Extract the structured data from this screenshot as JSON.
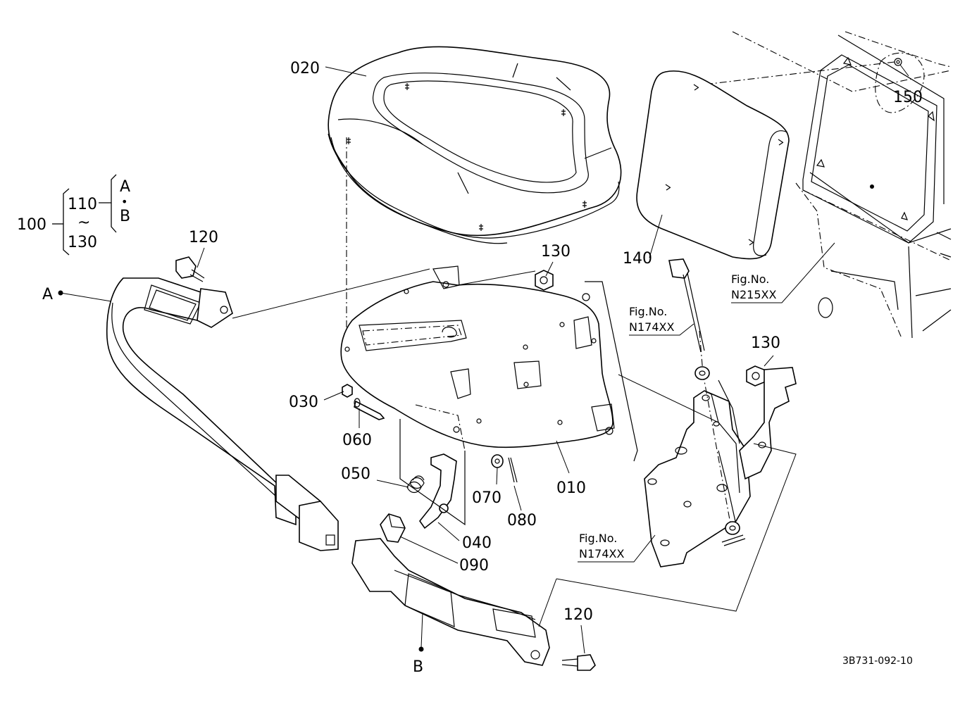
{
  "diagram": {
    "drawing_code": "3B731-092-10",
    "part_labels": {
      "p010": "010",
      "p020": "020",
      "p030": "030",
      "p040": "040",
      "p050": "050",
      "p060": "060",
      "p070": "070",
      "p080": "080",
      "p090": "090",
      "p100": "100",
      "p110": "110",
      "p120a": "120",
      "p120b": "120",
      "p130a": "130",
      "p130b": "130",
      "p130c": "130",
      "p140": "140",
      "p150": "150"
    },
    "group": {
      "tilde": "~",
      "sub_a": "A",
      "sub_dot": "•",
      "sub_b": "B"
    },
    "point_labels": {
      "a": "A",
      "b": "B"
    },
    "figure_refs": [
      {
        "title": "Fig.No.",
        "number": "N174XX"
      },
      {
        "title": "Fig.No.",
        "number": "N174XX"
      },
      {
        "title": "Fig.No.",
        "number": "N215XX"
      }
    ]
  }
}
